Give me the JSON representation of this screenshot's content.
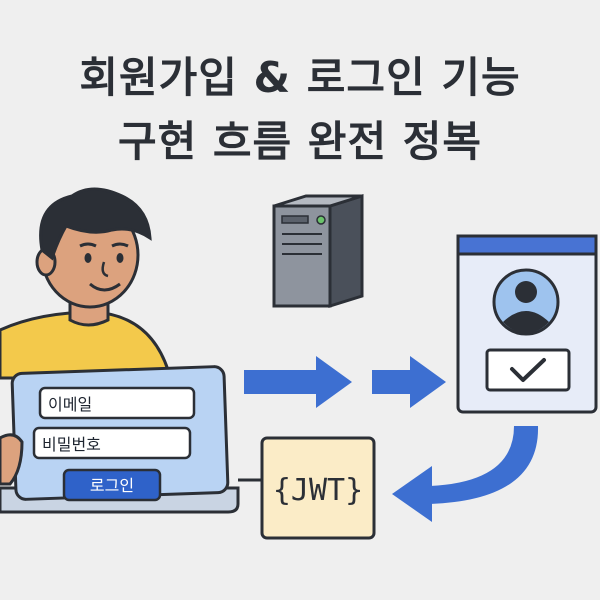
{
  "title": {
    "line1": "회원가입 & 로그인 기능",
    "line2": "구현 흐름 완전 정복"
  },
  "login_form": {
    "email_field": "이메일",
    "password_field": "비밀번호",
    "login_button": "로그인"
  },
  "token": {
    "label": "{JWT}"
  },
  "colors": {
    "background": "#efefef",
    "arrow": "#3d6fd1",
    "laptop_screen": "#b9d3f3",
    "login_button": "#2f62c9",
    "shirt": "#f3c94b",
    "token_box": "#fbecc7",
    "outline": "#2b2f36"
  },
  "icons": [
    "person-icon",
    "server-icon",
    "laptop-icon",
    "profile-card-icon",
    "checkmark-icon",
    "arrow-right-icon",
    "curved-arrow-icon"
  ]
}
